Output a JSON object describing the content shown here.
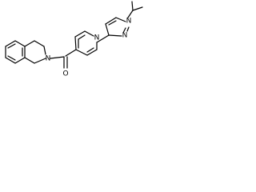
{
  "molecule": {
    "atoms": {
      "amide_oxygen": "O",
      "isoquinoline_nitrogen": "N",
      "pyridine_nitrogen": "N",
      "pyrazole_n1": "N",
      "pyrazole_n2": "N"
    },
    "colors": {
      "bond": "#000000",
      "label": "#000000",
      "background": "#ffffff"
    }
  }
}
